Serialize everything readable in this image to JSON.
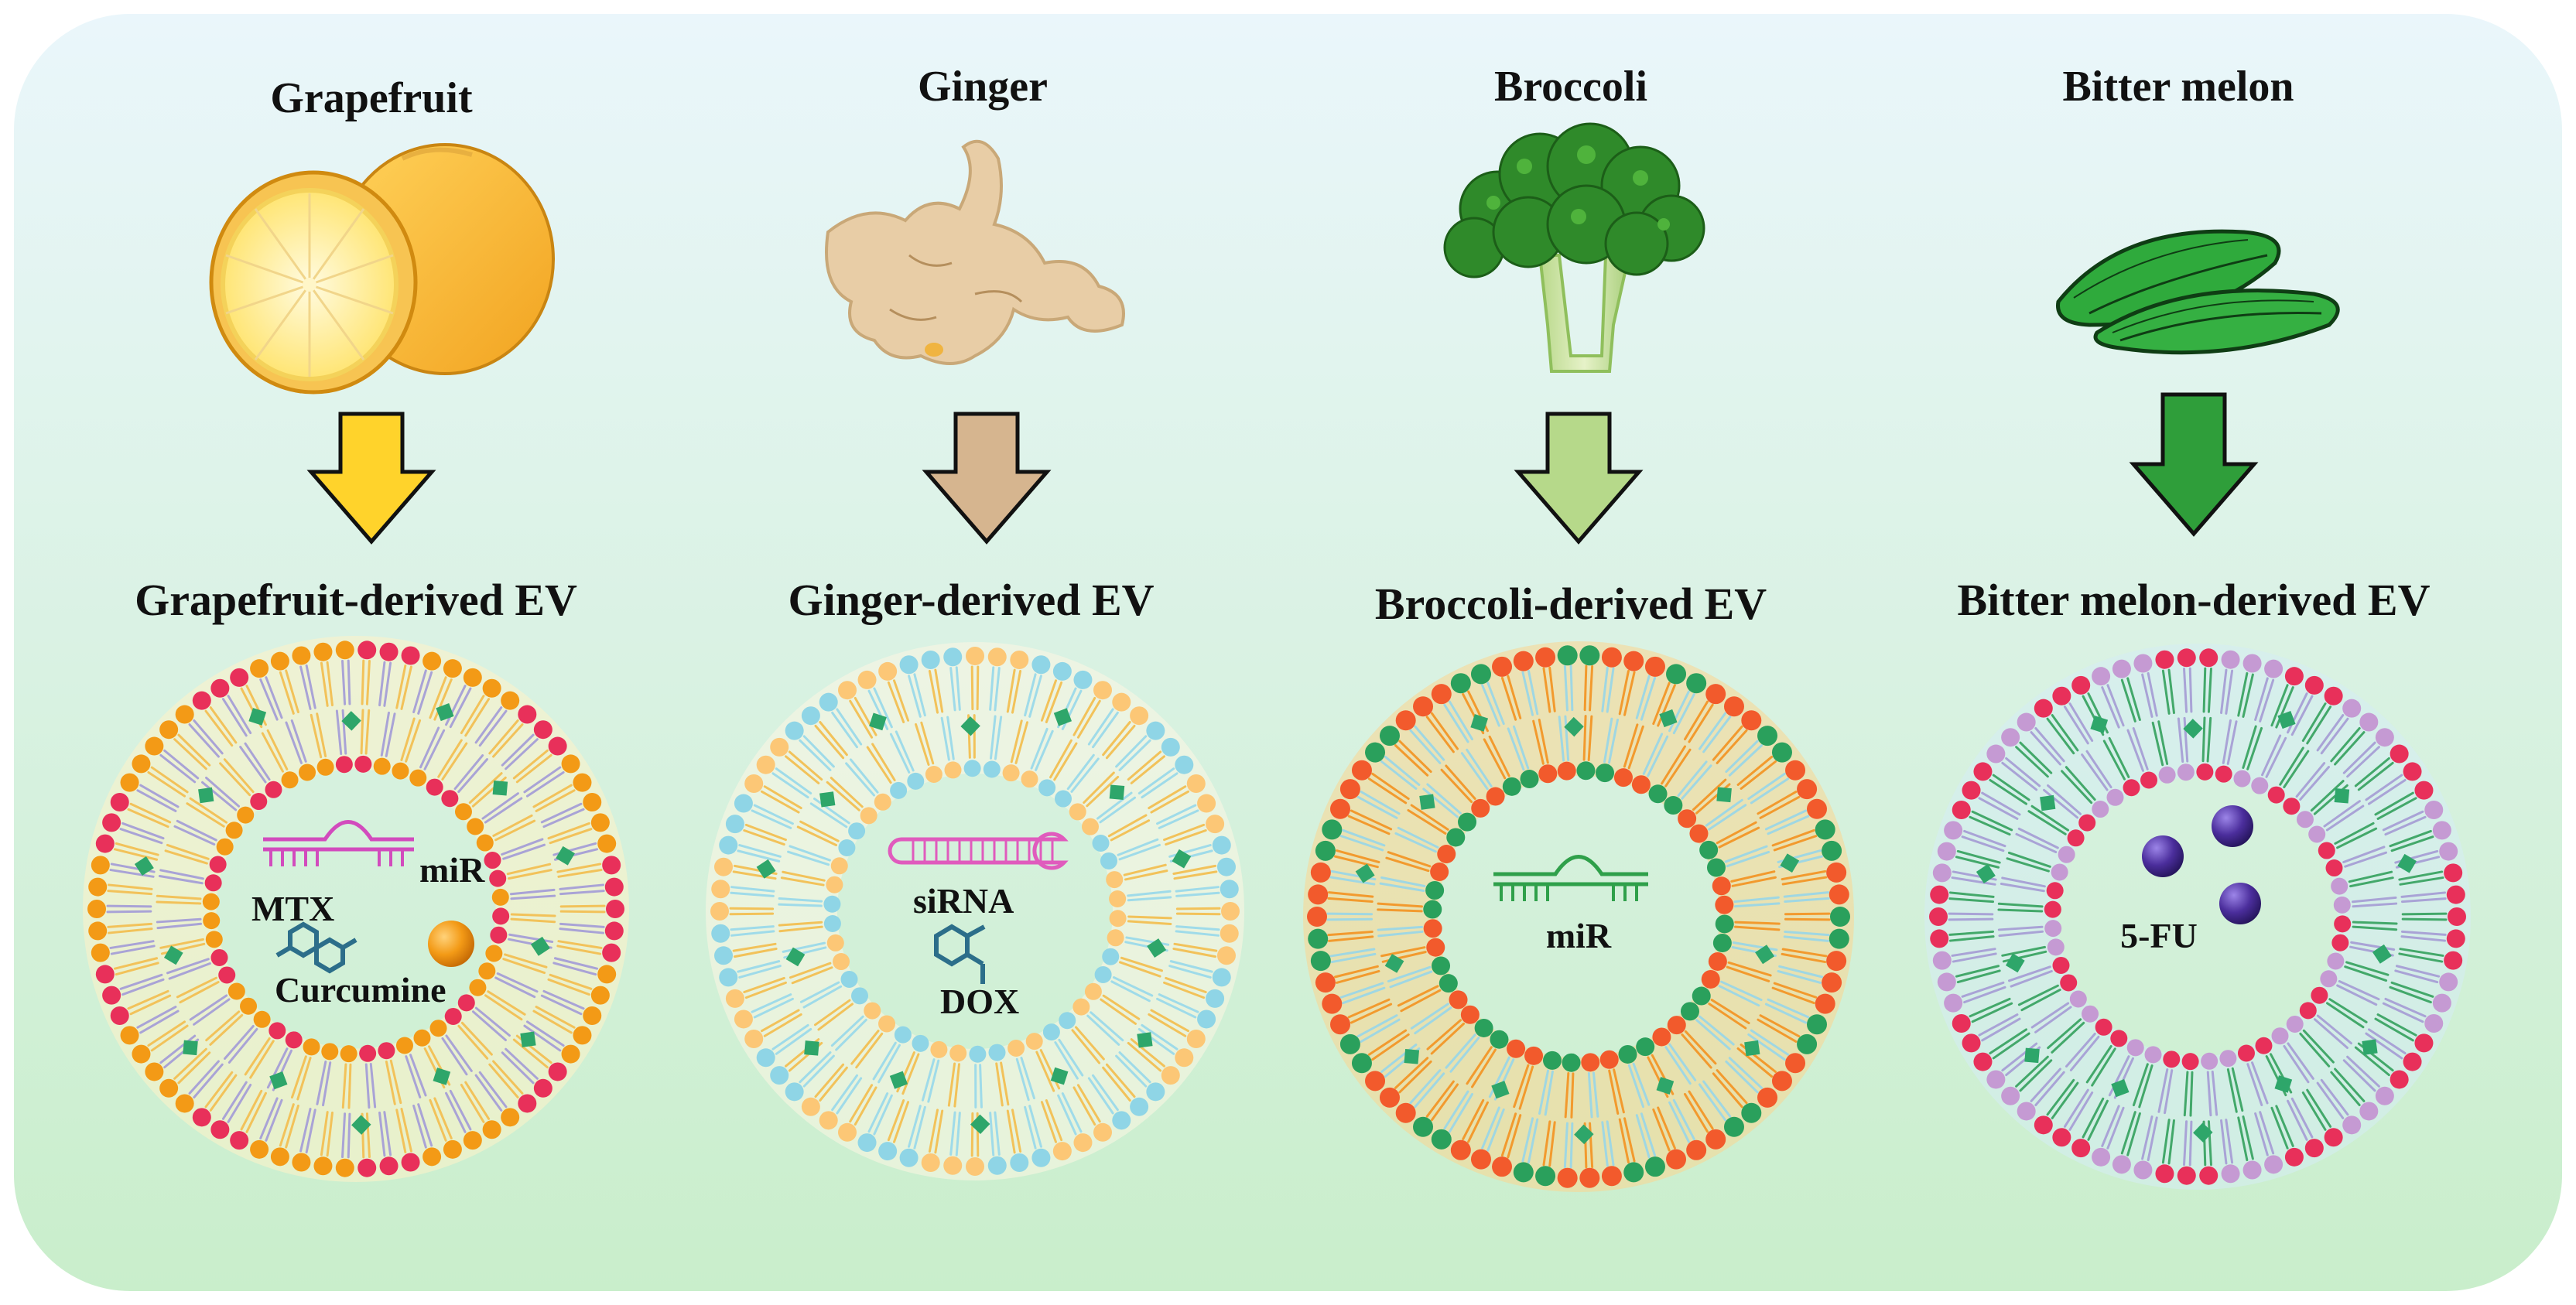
{
  "colors": {
    "panel_top": "#eaf6fb",
    "panel_bottom": "#c9eecb",
    "red_head": "#e8305a",
    "orange_head": "#f39a16",
    "yellow_tail": "#f2c25a",
    "lavender_tail": "#a9a3d6",
    "ginger_head": "#fcc776",
    "blue_head": "#8fd5e6",
    "blue_tail": "#9fdbe9",
    "green_head": "#2aa05c",
    "orange_red_head": "#f25a2c",
    "orange_tail": "#f29a2e",
    "mauve_head": "#c59ad3",
    "green_tail": "#43a86a",
    "cargo_green": "#2ea66a",
    "cargo_purple": "#4b2e9c",
    "arrow_grapefruit": "#ffd32b",
    "arrow_ginger": "#d6b58f",
    "arrow_broccoli": "#b6d98a",
    "arrow_bittermelon": "#2f9e3a"
  },
  "panels": [
    {
      "source_label": "Grapefruit",
      "ev_label": "Grapefruit-derived EV",
      "icon": "grapefruit-icon",
      "arrow_icon": "down-arrow-icon",
      "cargo": {
        "miR": "miR",
        "drug": "MTX",
        "compound": "Curcumine"
      }
    },
    {
      "source_label": "Ginger",
      "ev_label": "Ginger-derived EV",
      "icon": "ginger-icon",
      "arrow_icon": "down-arrow-icon",
      "cargo": {
        "siRNA": "siRNA",
        "drug": "DOX"
      }
    },
    {
      "source_label": "Broccoli",
      "ev_label": "Broccoli-derived EV",
      "icon": "broccoli-icon",
      "arrow_icon": "down-arrow-icon",
      "cargo": {
        "miR": "miR"
      }
    },
    {
      "source_label": "Bitter melon",
      "ev_label": "Bitter melon-derived EV",
      "icon": "bitter-melon-icon",
      "arrow_icon": "down-arrow-icon",
      "cargo": {
        "drug": "5-FU"
      }
    }
  ]
}
